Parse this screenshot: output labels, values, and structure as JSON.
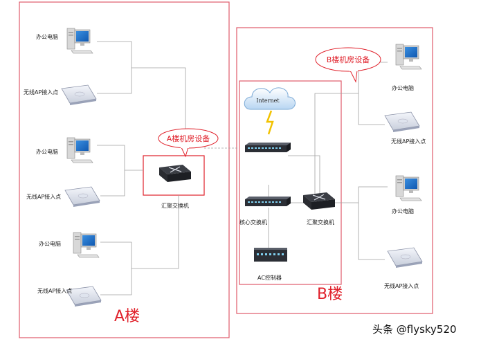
{
  "building_a": {
    "name": "A楼",
    "room_label": "A楼机房设备",
    "groups": [
      {
        "pc": "办公电脑",
        "ap": "无线AP接入点"
      },
      {
        "pc": "办公电脑",
        "ap": "无线AP接入点"
      },
      {
        "pc": "办公电脑",
        "ap": "无线AP接入点"
      }
    ],
    "agg_switch": "汇聚交换机"
  },
  "building_b": {
    "name": "B楼",
    "room_label": "B楼机房设备",
    "internet": "Internet",
    "core_switch": "核心交换机",
    "agg_switch": "汇聚交换机",
    "ac_controller": "AC控制器",
    "groups": [
      {
        "pc": "办公电脑",
        "ap": "无线AP接入点"
      },
      {
        "pc": "办公电脑",
        "ap": "无线AP接入点"
      }
    ]
  },
  "watermark": "头条 @flysky520",
  "colors": {
    "frame": "#e05a6a",
    "wire": "#a0a0a0",
    "accent": "#e0202a"
  }
}
